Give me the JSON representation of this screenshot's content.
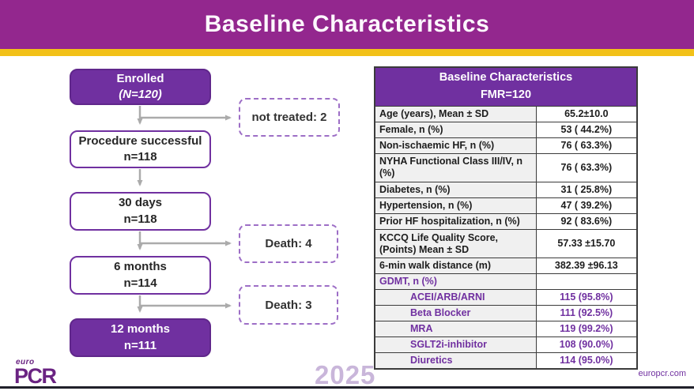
{
  "slide": {
    "title": "Baseline Characteristics"
  },
  "flowchart": {
    "nodes": [
      {
        "id": "enrolled",
        "style": "filled",
        "lines": [
          "Enrolled",
          "(N=120)"
        ],
        "italic_line": 1
      },
      {
        "id": "procedure-successful",
        "style": "outlined",
        "lines": [
          "Procedure successful",
          "n=118"
        ]
      },
      {
        "id": "30-days",
        "style": "outlined",
        "lines": [
          "30 days",
          "n=118"
        ]
      },
      {
        "id": "6-months",
        "style": "outlined",
        "lines": [
          "6 months",
          "n=114"
        ]
      },
      {
        "id": "12-months",
        "style": "filled",
        "lines": [
          "12 months",
          "n=111"
        ]
      }
    ],
    "branches": [
      {
        "id": "not-treated",
        "label": "not treated: 2"
      },
      {
        "id": "death-after-30-days",
        "label": "Death: 4"
      },
      {
        "id": "death-after-6-months",
        "label": "Death: 3"
      }
    ]
  },
  "table": {
    "header": [
      "Baseline Characteristics",
      "FMR=120"
    ],
    "rows": [
      {
        "label": "Age (years), Mean ± SD",
        "value": "65.2±10.0",
        "group": "main"
      },
      {
        "label": "Female, n (%)",
        "value": "53 ( 44.2%)",
        "group": "main"
      },
      {
        "label": "Non-ischaemic HF, n (%)",
        "value": "76 ( 63.3%)",
        "group": "main"
      },
      {
        "label": "NYHA Functional Class III/IV, n (%)",
        "value": "76 ( 63.3%)",
        "group": "main"
      },
      {
        "label": "Diabetes, n (%)",
        "value": "31 ( 25.8%)",
        "group": "main"
      },
      {
        "label": "Hypertension, n (%)",
        "value": "47 ( 39.2%)",
        "group": "main"
      },
      {
        "label": "Prior HF hospitalization, n (%)",
        "value": "92 ( 83.6%)",
        "group": "main"
      },
      {
        "label": "KCCQ Life Quality Score, (Points) Mean ± SD",
        "value": "57.33 ±15.70",
        "group": "main"
      },
      {
        "label": "6-min walk distance (m)",
        "value": "382.39 ±96.13",
        "group": "main"
      },
      {
        "label": "GDMT, n (%)",
        "value": "",
        "group": "gdmt-header"
      },
      {
        "label": "ACEI/ARB/ARNI",
        "value": "115 (95.8%)",
        "group": "gdmt-item"
      },
      {
        "label": "Beta Blocker",
        "value": "111 (92.5%)",
        "group": "gdmt-item"
      },
      {
        "label": "MRA",
        "value": "119 (99.2%)",
        "group": "gdmt-item"
      },
      {
        "label": "SGLT2i-inhibitor",
        "value": "108 (90.0%)",
        "group": "gdmt-item"
      },
      {
        "label": "Diuretics",
        "value": "114 (95.0%)",
        "group": "gdmt-item"
      }
    ]
  },
  "footer": {
    "logo_top": "euro",
    "logo_main": "PCR",
    "year": "2025",
    "website": "europcr.com"
  },
  "colors": {
    "title_bar": "#93278e",
    "accent_stripe": "#f2c118",
    "purple": "#7030a0",
    "dashed_border": "#9d6ec6",
    "arrow_gray": "#ababab",
    "table_border": "#3b3b3b",
    "label_cell_bg": "#f0f0f0",
    "year_watermark": "#c9b6da",
    "logo_purple": "#6a2382"
  }
}
